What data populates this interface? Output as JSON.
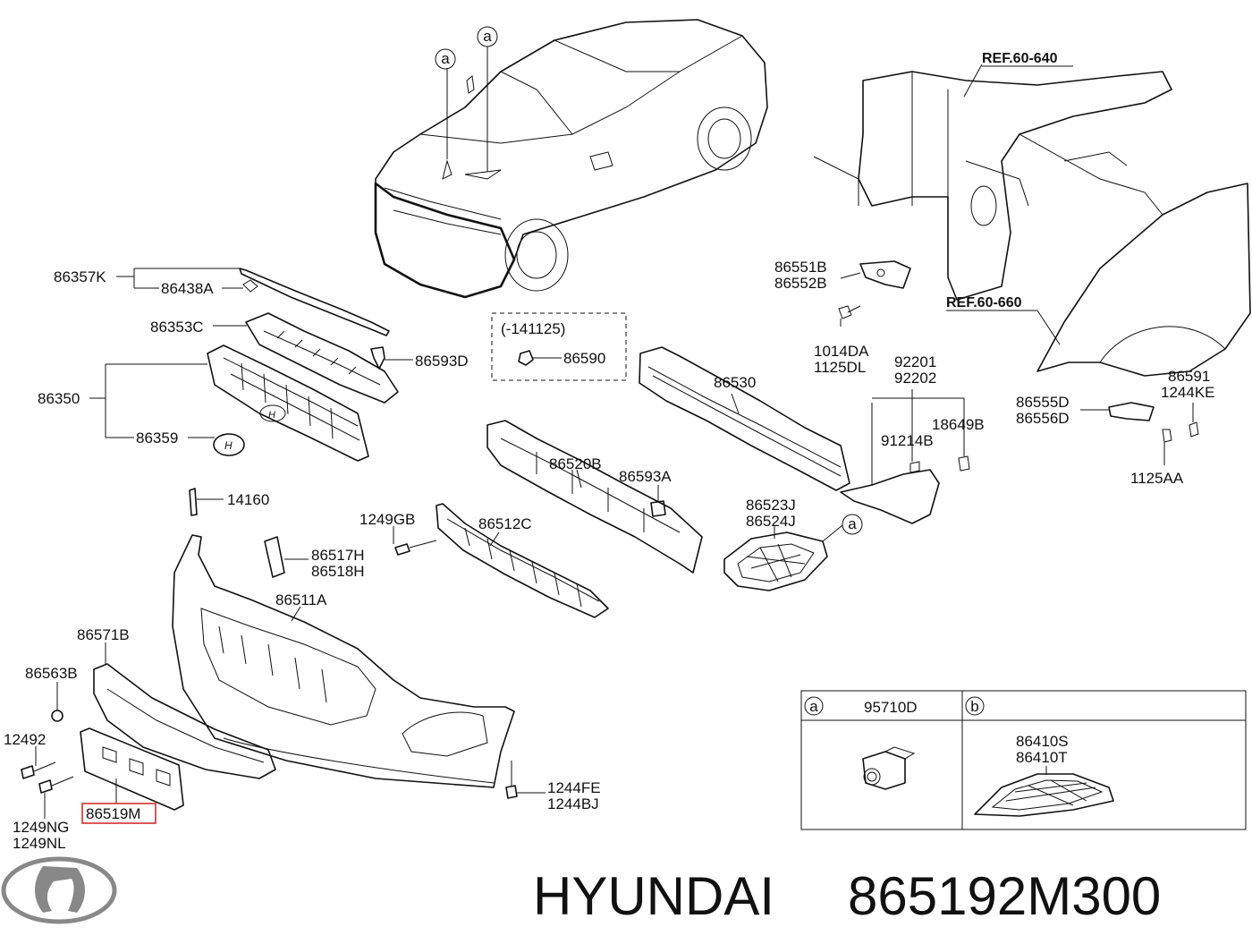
{
  "brand": {
    "name": "HYUNDAI",
    "part_number": "865192M300"
  },
  "references": {
    "body": "REF.60-640",
    "fender": "REF.60-660"
  },
  "callouts": {
    "a": "a",
    "b": "b"
  },
  "labels": {
    "p86357K": "86357K",
    "p86438A": "86438A",
    "p86353C": "86353C",
    "p86593D": "86593D",
    "p86350": "86350",
    "p86359": "86359",
    "range": "(-141125)",
    "p86590": "86590",
    "p86530": "86530",
    "p86551B": "86551B",
    "p86552B": "86552B",
    "p1014DA": "1014DA",
    "p1125DL": "1125DL",
    "p92201": "92201",
    "p92202": "92202",
    "p91214B": "91214B",
    "p18649B": "18649B",
    "p86591": "86591",
    "p1244KE": "1244KE",
    "p86555D": "86555D",
    "p86556D": "86556D",
    "p1125AA": "1125AA",
    "p14160": "14160",
    "p1249GB": "1249GB",
    "p86512C": "86512C",
    "p86520B": "86520B",
    "p86593A": "86593A",
    "p86523J": "86523J",
    "p86524J": "86524J",
    "p86517H": "86517H",
    "p86518H": "86518H",
    "p86511A": "86511A",
    "p86571B": "86571B",
    "p86563B": "86563B",
    "p12492": "12492",
    "p1249NG": "1249NG",
    "p1249NL": "1249NL",
    "p86519M": "86519M",
    "p1244FE": "1244FE",
    "p1244BJ": "1244BJ"
  },
  "legend": {
    "a_label": "a",
    "a_part": "95710D",
    "b_label": "b",
    "b_part1": "86410S",
    "b_part2": "86410T"
  },
  "colors": {
    "highlight": "#d32f2f",
    "ink": "#111111"
  }
}
